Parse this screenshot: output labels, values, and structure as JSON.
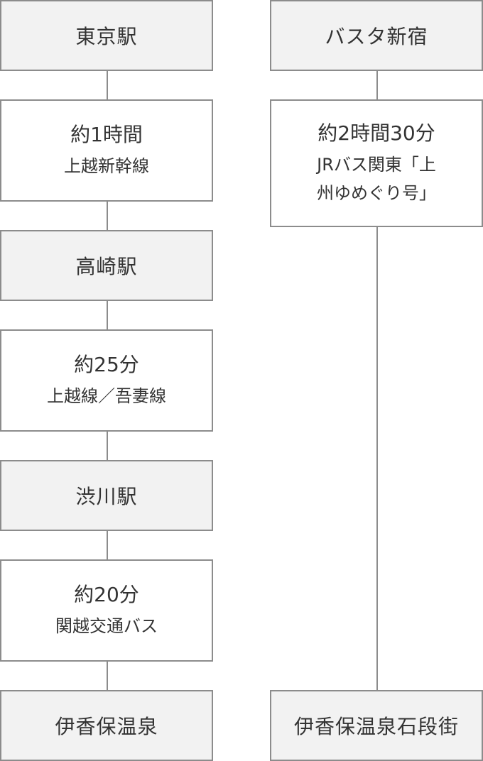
{
  "left": {
    "steps": [
      {
        "kind": "station",
        "label": "東京駅"
      },
      {
        "kind": "route",
        "duration": "約1時間",
        "line": "上越新幹線"
      },
      {
        "kind": "station",
        "label": "高崎駅"
      },
      {
        "kind": "route",
        "duration": "約25分",
        "line": "上越線／吾妻線"
      },
      {
        "kind": "station",
        "label": "渋川駅"
      },
      {
        "kind": "route",
        "duration": "約20分",
        "line": "関越交通バス"
      },
      {
        "kind": "station",
        "label": "伊香保温泉"
      }
    ]
  },
  "right": {
    "steps": [
      {
        "kind": "station",
        "label": "バスタ新宿"
      },
      {
        "kind": "route",
        "duration": "約2時間30分",
        "line_1": "JRバス関東「上",
        "line_2": "州ゆめぐり号」"
      },
      {
        "kind": "station",
        "label": "伊香保温泉石段街"
      }
    ]
  }
}
